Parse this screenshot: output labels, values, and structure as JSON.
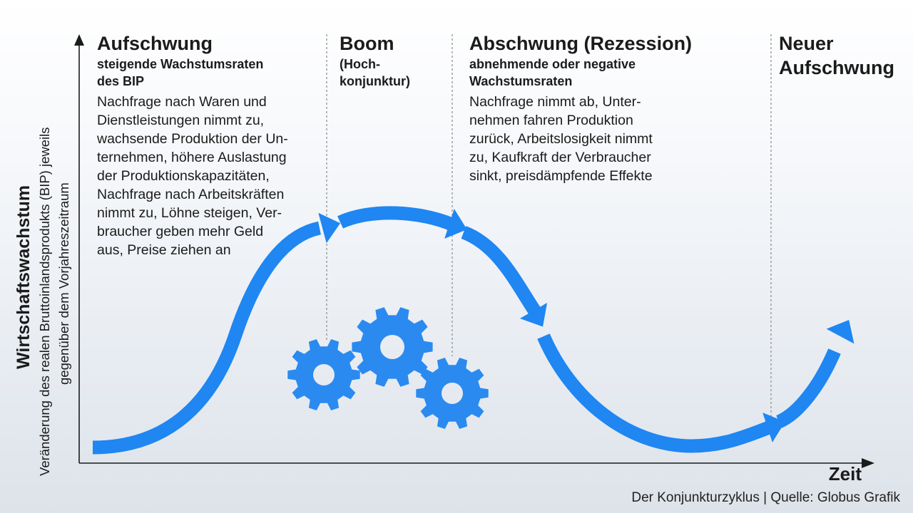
{
  "axes": {
    "y_title": "Wirtschaftswachstum",
    "y_subtitle_line1": "Veränderung des realen Bruttoinlandsprodukts (BIP) jeweils",
    "y_subtitle_line2": "gegenüber dem Vorjahreszeitraum",
    "x_title": "Zeit"
  },
  "phases": {
    "aufschwung": {
      "title": "Aufschwung",
      "subtitle": [
        "steigende Wachstumsraten",
        "des BIP"
      ],
      "description": [
        "Nachfrage nach Waren und",
        "Dienstleistungen nimmt zu,",
        "wachsende Produktion der Un-",
        "ternehmen, höhere Auslastung",
        "der Produktionskapazitäten,",
        "Nachfrage nach Arbeitskräften",
        "nimmt zu, Löhne steigen, Ver-",
        "braucher geben mehr Geld",
        "aus, Preise ziehen an"
      ]
    },
    "boom": {
      "title": "Boom",
      "subtitle": [
        "(Hoch-",
        "konjunktur)"
      ]
    },
    "abschwung": {
      "title_main": "Abschwung",
      "title_paren": "(Rezession)",
      "subtitle": [
        "abnehmende oder negative",
        "Wachstumsraten"
      ],
      "description": [
        "Nachfrage nimmt ab, Unter-",
        "nehmen fahren Produktion",
        "zurück, Arbeitslosigkeit nimmt",
        "zu, Kaufkraft der Verbraucher",
        "sinkt, preisdämpfende Effekte"
      ]
    },
    "neuer_aufschwung": {
      "title": [
        "Neuer",
        "Aufschwung"
      ]
    }
  },
  "caption": "Der Konjunkturzyklus | Quelle: Globus Grafik",
  "colors": {
    "curve": "#1f86f2",
    "gears": "#2a8af0",
    "axis": "#1b1b1b",
    "divider": "#8a8a8a"
  }
}
